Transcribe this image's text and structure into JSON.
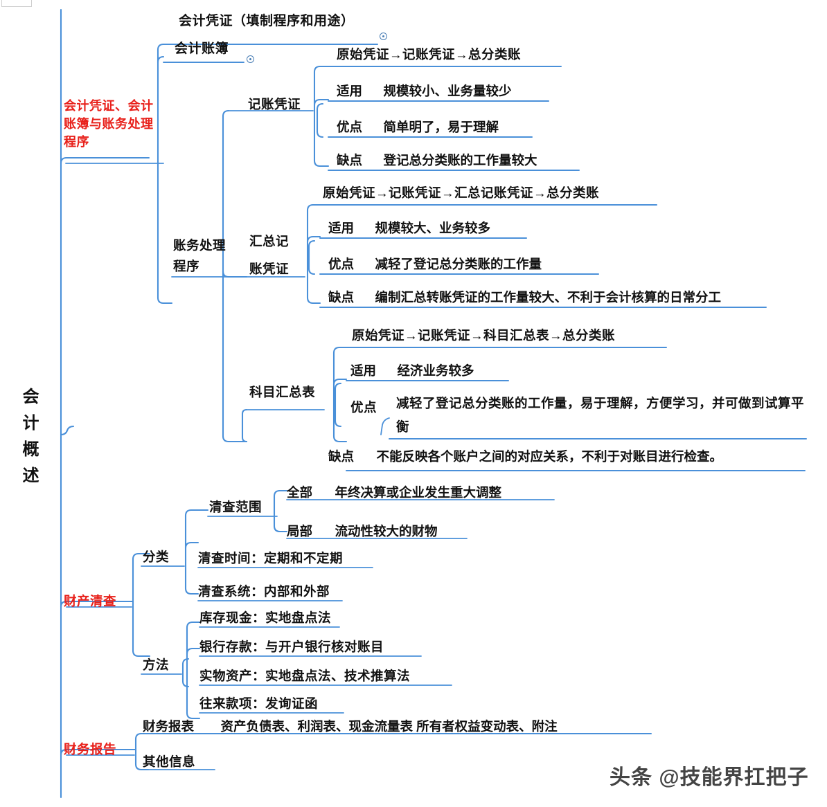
{
  "map": {
    "title": "会计概述",
    "accent_line_color": "#4a90d9",
    "branch_label_color": "#e8211b",
    "text_color": "#111111"
  },
  "root": {
    "label": "会计概述"
  },
  "branches": [
    {
      "id": "b1",
      "label": "会计凭证、会计账簿与账务处理程序"
    },
    {
      "id": "b2",
      "label": "财产清查"
    },
    {
      "id": "b3",
      "label": "财务报告"
    }
  ],
  "b1": {
    "leaf_vouchers": "会计凭证（填制程序和用途）",
    "leaf_books": "会计账簿",
    "procedures_label": "账务处理程序",
    "procedures": [
      {
        "name": "记账凭证",
        "flow": "原始凭证→记账凭证→总分类账",
        "rows": [
          {
            "key": "适用",
            "value": "规模较小、业务量较少"
          },
          {
            "key": "优点",
            "value": "简单明了，易于理解"
          },
          {
            "key": "缺点",
            "value": "登记总分类账的工作量较大"
          }
        ]
      },
      {
        "name": "汇总记账凭证",
        "name_line1": "汇总记",
        "name_line2": "账凭证",
        "flow": "原始凭证→记账凭证→汇总记账凭证→总分类账",
        "rows": [
          {
            "key": "适用",
            "value": "规模较大、业务较多"
          },
          {
            "key": "优点",
            "value": "减轻了登记总分类账的工作量"
          },
          {
            "key": "缺点",
            "value": "编制汇总转账凭证的工作量较大、不利于会计核算的日常分工"
          }
        ]
      },
      {
        "name": "科目汇总表",
        "flow": "原始凭证→记账凭证→科目汇总表→总分类账",
        "rows": [
          {
            "key": "适用",
            "value": "经济业务较多"
          },
          {
            "key": "优点",
            "value": "减轻了登记总分类账的工作量，易于理解，方便学习，并可做到试算平衡"
          },
          {
            "key": "缺点",
            "value": "不能反映各个账户之间的对应关系，不利于对账目进行检查。"
          }
        ]
      }
    ]
  },
  "b2": {
    "classify_label": "分类",
    "scope_label": "清查范围",
    "scope_rows": [
      {
        "key": "全部",
        "value": "年终决算或企业发生重大调整"
      },
      {
        "key": "局部",
        "value": "流动性较大的财物"
      }
    ],
    "classify_items": [
      "清查时间：定期和不定期",
      "清查系统：内部和外部"
    ],
    "method_label": "方法",
    "method_items": [
      "库存现金：实地盘点法",
      "银行存款：与开户银行核对账目",
      "实物资产：实地盘点法、技术推算法",
      "往来款项：发询证函"
    ]
  },
  "b3": {
    "items": [
      {
        "key": "财务报表",
        "value": "资产负债表、利润表、现金流量表 所有者权益变动表、附注"
      },
      {
        "key": "其他信息",
        "value": ""
      }
    ]
  },
  "watermark": {
    "text": "头条 @技能界扛把子"
  },
  "icons": {
    "collapse_dot": "collapse-dot-icon"
  }
}
